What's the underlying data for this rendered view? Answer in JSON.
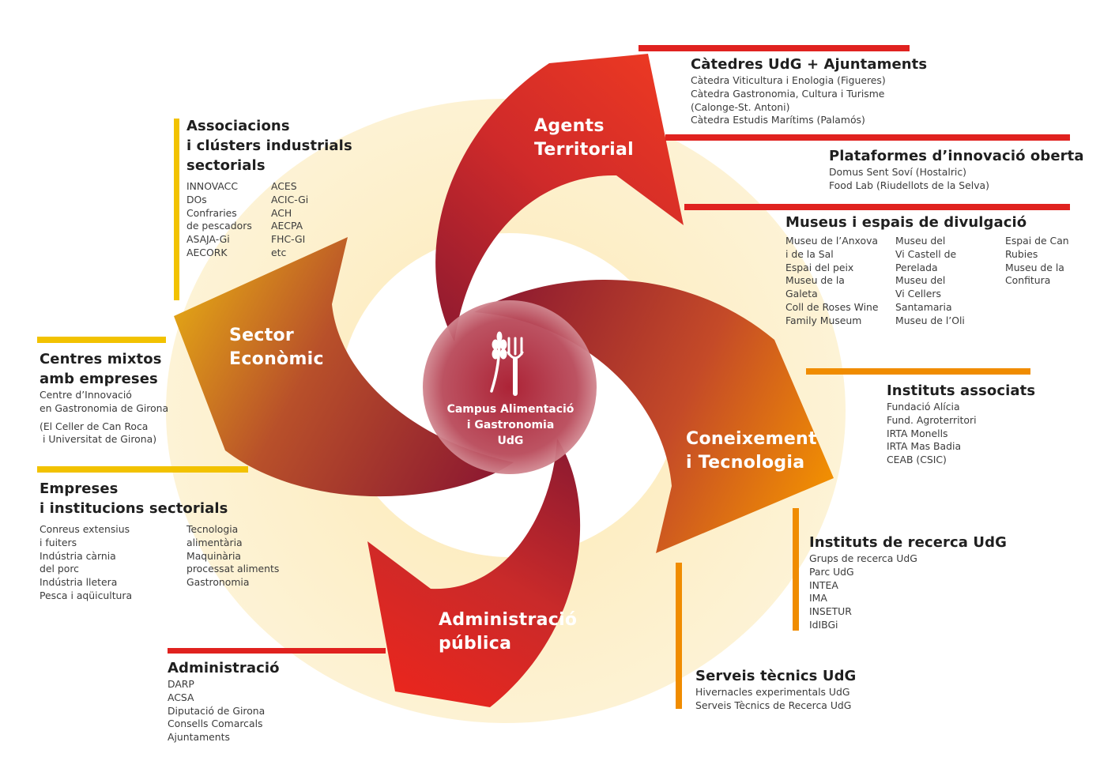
{
  "colors": {
    "red": "#e0221f",
    "yellow": "#f2c200",
    "orange": "#f08c00",
    "crimson": "#a31d2c",
    "halo": "#fdf0cc"
  },
  "center": {
    "icon": "wheat-and-fork-icon",
    "lines": [
      "Campus Alimentació",
      "i Gastronomia",
      "UdG"
    ]
  },
  "blades": {
    "agents": [
      "Agents",
      "Territorial"
    ],
    "sector": [
      "Sector",
      "Econòmic"
    ],
    "coneixement": [
      "Coneixement",
      "i Tecnologia"
    ],
    "admin": [
      "Administració",
      "pública"
    ]
  },
  "groups": {
    "catedres": {
      "title": "Càtedres UdG + Ajuntaments",
      "items": [
        "Càtedra Viticultura i Enologia (Figueres)",
        "Càtedra Gastronomia, Cultura i Turisme",
        "(Calonge-St. Antoni)",
        "Càtedra Estudis Marítims (Palamós)"
      ]
    },
    "plataformes": {
      "title": "Plataformes d’innovació oberta",
      "items": [
        "Domus Sent Soví (Hostalric)",
        "Food Lab (Riudellots de la Selva)"
      ]
    },
    "museus": {
      "title": "Museus i espais de divulgació",
      "col1": [
        "Museu de l’Anxova",
        "i de la Sal",
        "Espai del peix",
        "Museu de la",
        "Galeta",
        "Coll de Roses Wine",
        "Family Museum"
      ],
      "col2": [
        "Museu del",
        "Vi Castell de",
        "Perelada",
        "Museu del",
        "Vi Cellers",
        "Santamaria",
        "Museu de l’Oli"
      ],
      "col3": [
        "Espai de Can",
        "Rubies",
        "Museu de la",
        "Confitura"
      ]
    },
    "instituts_associats": {
      "title": "Instituts associats",
      "items": [
        "Fundació Alícia",
        "Fund. Agroterritori",
        "IRTA Monells",
        "IRTA Mas Badia",
        "CEAB (CSIC)"
      ]
    },
    "recerca": {
      "title": "Instituts de recerca UdG",
      "items": [
        "Grups de recerca UdG",
        "Parc UdG",
        "INTEA",
        "IMA",
        "INSETUR",
        "IdIBGi"
      ]
    },
    "serveis": {
      "title": "Serveis tècnics UdG",
      "items": [
        "Hivernacles experimentals UdG",
        "Serveis Tècnics de Recerca UdG"
      ]
    },
    "administracio": {
      "title": "Administració",
      "items": [
        "DARP",
        "ACSA",
        "Diputació de Girona",
        "Consells Comarcals",
        "Ajuntaments"
      ]
    },
    "empreses": {
      "title": [
        "Empreses",
        "i institucions sectorials"
      ],
      "col1": [
        "Conreus extensius",
        "i fuiters",
        "Indústria càrnia",
        "del porc",
        "Indústria lletera",
        "Pesca i aqüicultura"
      ],
      "col2": [
        "Tecnologia",
        "alimentària",
        "Maquinària",
        "processat aliments",
        "Gastronomia"
      ]
    },
    "centres": {
      "title": [
        "Centres mixtos",
        "amb empreses"
      ],
      "items": [
        "Centre d’Innovació",
        "en Gastronomia de Girona"
      ],
      "items2": [
        "(El Celler de Can Roca",
        " i Universitat de Girona)"
      ]
    },
    "associacions": {
      "title": [
        "Associacions",
        "i clústers industrials",
        "sectorials"
      ],
      "col1": [
        "INNOVACC",
        "DOs",
        "Confraries",
        "de pescadors",
        "ASAJA-Gi",
        "AECORK"
      ],
      "col2": [
        "ACES",
        "ACIC-Gi",
        "ACH",
        "AECPA",
        "FHC-GI",
        "etc"
      ]
    }
  }
}
